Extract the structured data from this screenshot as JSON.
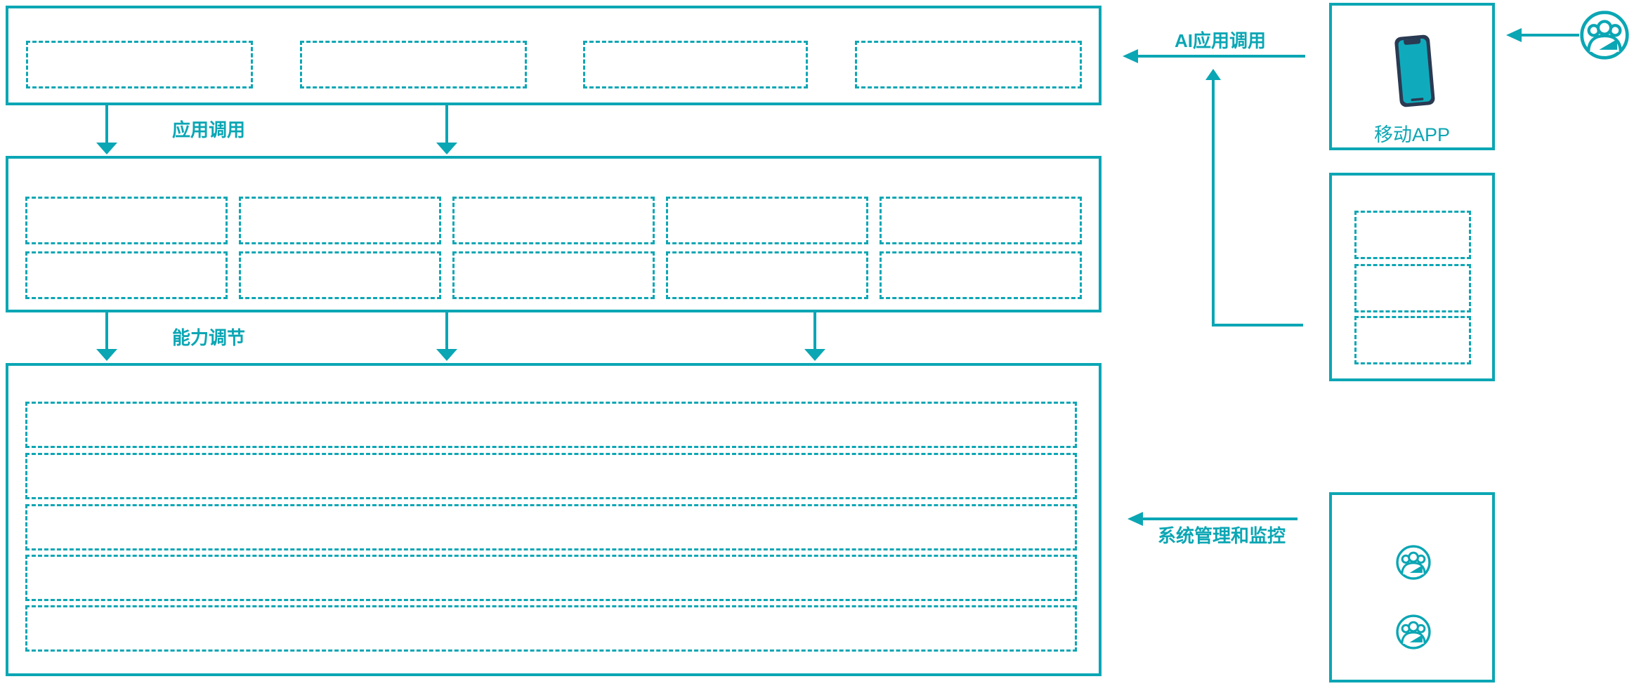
{
  "diagram": {
    "labels": {
      "app_call": "应用调用",
      "capability_adjust": "能力调节",
      "ai_app_call": "AI应用调用",
      "mobile_app": "移动APP",
      "system_monitor": "系统管理和监控"
    },
    "colors": {
      "teal": "#0BA6B4",
      "phone_body": "#2A3A52",
      "phone_screen": "#0FABBC"
    },
    "icons": {
      "mobile_app": "smartphone-icon",
      "external_user": "users-group-icon",
      "monitor_user": "users-group-icon"
    },
    "structure": {
      "app_layer_placeholder_count": 4,
      "capability_layer_placeholder_count": 10,
      "platform_layer_row_count": 5,
      "sdk_panel_placeholder_count": 3,
      "monitor_panel_user_icon_count": 2
    }
  }
}
